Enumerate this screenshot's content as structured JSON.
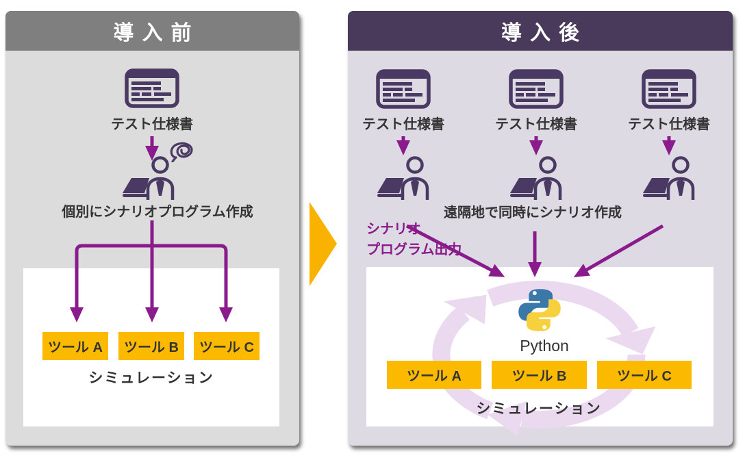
{
  "colors": {
    "page_background": "#ffffff",
    "before_header": "#7f7f7f",
    "before_body": "#dcdcdc",
    "after_header": "#493a5b",
    "after_body": "#dedae3",
    "icon_purple": "#4a3962",
    "arrow_purple": "#8a1b8c",
    "tool_yellow": "#fbba00",
    "transition_yellow": "#f9b200",
    "cycle_pink": "#ebd9ef",
    "python_blue": "#3b78aa",
    "python_yellow": "#f7d03d",
    "text_dark": "#333333",
    "white": "#ffffff"
  },
  "icons": {
    "document": "test-spec-document-icon",
    "person": "person-at-laptop-icon",
    "scribble": "confusion-scribble-icon",
    "python": "python-logo-icon",
    "cycle": "cycle-arrows-icon",
    "transition": "transition-arrow-icon"
  },
  "before": {
    "title": "導入前",
    "doc_label": "テスト仕様書",
    "caption": "個別にシナリオプログラム作成",
    "tools": [
      "ツール A",
      "ツール B",
      "ツール C"
    ],
    "sim_label": "シミュレーション"
  },
  "after": {
    "title": "導入後",
    "doc_labels": [
      "テスト仕様書",
      "テスト仕様書",
      "テスト仕様書"
    ],
    "caption": "遠隔地で同時にシナリオ作成",
    "output_label": [
      "シナリオ",
      "プログラム出力"
    ],
    "python_label": "Python",
    "tools": [
      "ツール A",
      "ツール B",
      "ツール C"
    ],
    "sim_label": "シミュレーション"
  }
}
